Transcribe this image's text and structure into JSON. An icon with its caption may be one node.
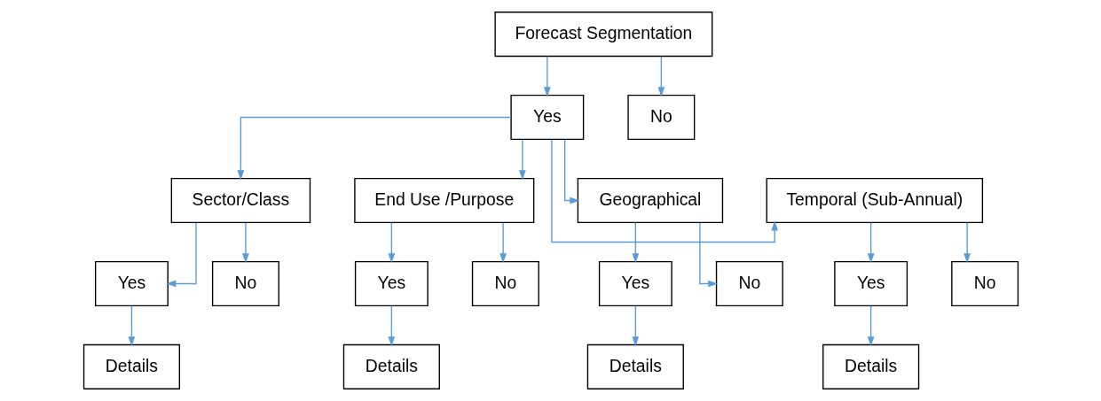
{
  "diagram": {
    "nodes": [
      {
        "text": [
          "Forecast Segmentation"
        ]
      },
      {
        "text": [
          "Yes"
        ]
      },
      {
        "text": [
          "No"
        ]
      },
      {
        "text": [
          "Sector/Class"
        ]
      },
      {
        "text": [
          "End Use /Purpose"
        ]
      },
      {
        "text": [
          "Geographical"
        ]
      },
      {
        "text": [
          "Temporal (Sub-Annual)"
        ]
      },
      {
        "text": [
          "Yes"
        ]
      },
      {
        "text": [
          "No"
        ]
      },
      {
        "text": [
          "Yes"
        ]
      },
      {
        "text": [
          "No"
        ]
      },
      {
        "text": [
          "Yes"
        ]
      },
      {
        "text": [
          "No"
        ]
      },
      {
        "text": [
          "Yes"
        ]
      },
      {
        "text": [
          "No"
        ]
      },
      {
        "text": [
          "Details"
        ]
      },
      {
        "text": [
          "Details"
        ]
      },
      {
        "text": [
          "Details"
        ]
      },
      {
        "text": [
          "Details"
        ]
      }
    ],
    "edges": [
      {
        "from": 0,
        "to": 1,
        "arrow": "to"
      },
      {
        "from": 0,
        "to": 2,
        "arrow": "to"
      },
      {
        "from": 1,
        "to": 3,
        "arrow": "to"
      },
      {
        "from": 1,
        "to": 4,
        "arrow": "to"
      },
      {
        "from": 1,
        "to": 5,
        "arrow": "to"
      },
      {
        "from": 1,
        "to": 6,
        "arrow": "to"
      },
      {
        "from": 3,
        "to": 7,
        "arrow": "to"
      },
      {
        "from": 3,
        "to": 8,
        "arrow": "to"
      },
      {
        "from": 4,
        "to": 9,
        "arrow": "to"
      },
      {
        "from": 4,
        "to": 10,
        "arrow": "to"
      },
      {
        "from": 5,
        "to": 11,
        "arrow": "to"
      },
      {
        "from": 5,
        "to": 12,
        "arrow": "to"
      },
      {
        "from": 6,
        "to": 13,
        "arrow": "to"
      },
      {
        "from": 6,
        "to": 14,
        "arrow": "to"
      },
      {
        "from": 7,
        "to": 15,
        "arrow": "to"
      },
      {
        "from": 9,
        "to": 16,
        "arrow": "to"
      },
      {
        "from": 11,
        "to": 17,
        "arrow": "to"
      },
      {
        "from": 13,
        "to": 18,
        "arrow": "to"
      }
    ]
  }
}
